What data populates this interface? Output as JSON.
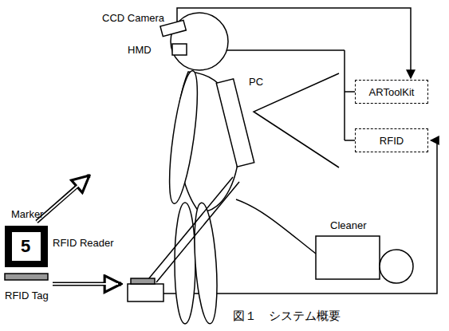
{
  "diagram": {
    "caption": "図１　システム概要",
    "nodes": [
      {
        "text": [
          "ARToolKit"
        ]
      },
      {
        "text": [
          "RFID"
        ]
      }
    ],
    "labels": [
      "CCD Camera",
      "HMD",
      "PC",
      "Marker",
      "5",
      "RFID Reader",
      "RFID Tag",
      "Cleaner"
    ]
  }
}
